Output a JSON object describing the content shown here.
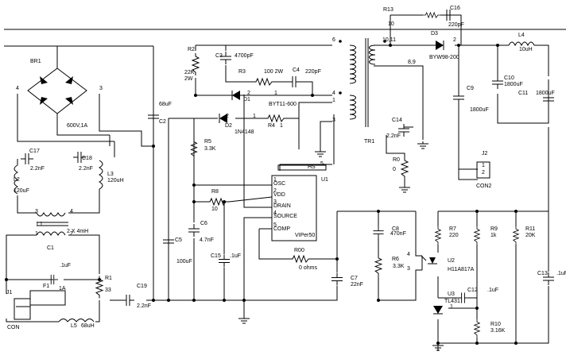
{
  "labels": [
    [
      "r13-ref",
      "R13",
      482,
      14
    ],
    [
      "r13-val",
      "10",
      488,
      32
    ],
    [
      "c16-ref",
      "C16",
      566,
      12
    ],
    [
      "c16-val",
      "220pF",
      564,
      33
    ],
    [
      "d3-ref",
      "D3",
      542,
      44
    ],
    [
      "d3-val",
      "BYW98-200",
      540,
      74
    ],
    [
      "pin-10-11",
      "10,11",
      481,
      52
    ],
    [
      "pin-8-9",
      "8,9",
      513,
      80
    ],
    [
      "pin-2-tr",
      "2",
      570,
      52
    ],
    [
      "l4-ref",
      "L4",
      652,
      46
    ],
    [
      "l4-val",
      "10uH",
      653,
      64
    ],
    [
      "c10-ref",
      "C10",
      634,
      100
    ],
    [
      "c10-val",
      "1800uF",
      634,
      108
    ],
    [
      "c9-ref",
      "C9",
      587,
      113
    ],
    [
      "c9-val",
      "1800uF",
      591,
      140
    ],
    [
      "c11-ref",
      "C11",
      652,
      119
    ],
    [
      "c11-val",
      "1800uF",
      674,
      119
    ],
    [
      "pin-6",
      "6",
      418,
      52
    ],
    [
      "r2-ref",
      "R2",
      236,
      64
    ],
    [
      "r2-val-1",
      "22K",
      232,
      93
    ],
    [
      "r2-val-2",
      "2W",
      232,
      101
    ],
    [
      "c3-ref",
      "C3",
      271,
      72
    ],
    [
      "c3-val",
      "4700pF",
      295,
      72
    ],
    [
      "r3-ref",
      "R3",
      300,
      92
    ],
    [
      "r3-val",
      "100  2W",
      332,
      92
    ],
    [
      "c4-ref",
      "C4",
      368,
      90
    ],
    [
      "c4-val",
      "220pF",
      384,
      92
    ],
    [
      "d1-ref",
      "D1",
      306,
      127
    ],
    [
      "pin-2-d1",
      "2",
      311,
      119
    ],
    [
      "pin-1-d1",
      "1",
      345,
      119
    ],
    [
      "d1-val",
      "BYT11-600",
      338,
      133
    ],
    [
      "pin-4",
      "4",
      418,
      119
    ],
    [
      "pin-1-tr",
      "1",
      418,
      128
    ],
    [
      "d2-ref",
      "D2",
      283,
      160
    ],
    [
      "pin-2-d2",
      "2",
      284,
      148
    ],
    [
      "pin-1-d2",
      "1",
      318,
      148
    ],
    [
      "d2-val",
      "1N4148",
      295,
      168
    ],
    [
      "r4-ref",
      "R4",
      337,
      160
    ],
    [
      "r4-val",
      "1",
      352,
      160
    ],
    [
      "pin-3",
      "3",
      418,
      153
    ],
    [
      "tr1-ref",
      "TR1",
      458,
      180
    ],
    [
      "pin-5",
      "5",
      403,
      208
    ],
    [
      "hs-ref",
      "HS",
      387,
      212
    ],
    [
      "r5-ref",
      "R5",
      257,
      180
    ],
    [
      "r5-val",
      "3.3K",
      257,
      189
    ],
    [
      "c14-ref",
      "C14",
      493,
      153
    ],
    [
      "c14-val",
      "2.2nF",
      486,
      173
    ],
    [
      "r0-ref",
      "R0",
      494,
      203
    ],
    [
      "r0-val",
      "0",
      494,
      215
    ],
    [
      "u1-ref",
      "U1",
      404,
      228
    ],
    [
      "osc",
      "OSC",
      344,
      233
    ],
    [
      "pin-u1-1",
      "1",
      344,
      228
    ],
    [
      "vdd",
      "VDD",
      344,
      247
    ],
    [
      "pin-u1-2",
      "2",
      344,
      242
    ],
    [
      "drain",
      "DRAIN",
      344,
      261
    ],
    [
      "pin-u1-3",
      "3",
      344,
      256
    ],
    [
      "source",
      "SOURCE",
      344,
      274
    ],
    [
      "pin-u1-4",
      "4",
      344,
      270
    ],
    [
      "comp",
      "COMP",
      344,
      290
    ],
    [
      "pin-u1-5",
      "5",
      344,
      285
    ],
    [
      "viper",
      "VIPer50",
      371,
      298
    ],
    [
      "r8-ref",
      "R8",
      266,
      243
    ],
    [
      "r8-val",
      "10",
      266,
      265
    ],
    [
      "c6-ref",
      "C6",
      252,
      283
    ],
    [
      "c6-val",
      "4.7nF",
      251,
      304
    ],
    [
      "c5-ref",
      "C5",
      220,
      304
    ],
    [
      "c5-val",
      "100uF",
      222,
      331
    ],
    [
      "c15-ref",
      "C15",
      265,
      324
    ],
    [
      "c15-val",
      ".1uF",
      289,
      324
    ],
    [
      "r00-ref",
      "R00",
      370,
      317
    ],
    [
      "r00-val",
      "0 ohms",
      376,
      339
    ],
    [
      "c7-ref",
      "C7",
      441,
      352
    ],
    [
      "c7-val",
      "22nF",
      441,
      360
    ],
    [
      "c8-ref",
      "C8",
      493,
      290
    ],
    [
      "c8-val",
      "470nF",
      491,
      296
    ],
    [
      "r6-ref",
      "R6",
      493,
      328
    ],
    [
      "r6-val",
      "3.3K",
      494,
      337
    ],
    [
      "pin-u2-4",
      "4",
      512,
      322
    ],
    [
      "pin-u2-3",
      "3",
      512,
      340
    ],
    [
      "u2-ref",
      "U2",
      563,
      330
    ],
    [
      "u2-val",
      "H11A817A",
      563,
      341
    ],
    [
      "r7-ref",
      "R7",
      565,
      290
    ],
    [
      "r7-val",
      "220",
      565,
      298
    ],
    [
      "r9-ref",
      "R9",
      617,
      290
    ],
    [
      "r9-val",
      "1k",
      617,
      298
    ],
    [
      "r11-ref",
      "R11",
      661,
      290
    ],
    [
      "r11-val",
      "20K",
      661,
      298
    ],
    [
      "c12-ref",
      "C12",
      588,
      367
    ],
    [
      "c12-val",
      ".1uF",
      613,
      367
    ],
    [
      "u3-ref",
      "U3",
      563,
      372
    ],
    [
      "u3-val",
      "TL431",
      559,
      381
    ],
    [
      "pin-u3-1",
      "1",
      566,
      388
    ],
    [
      "r10-ref",
      "R10",
      617,
      410
    ],
    [
      "r10-val",
      "3.16K",
      617,
      418
    ],
    [
      "c13-ref",
      "C13",
      676,
      346
    ],
    [
      "c13-val",
      ".1uF",
      700,
      346
    ],
    [
      "j2-ref",
      "J2",
      606,
      195
    ],
    [
      "pin-j2-1",
      "1",
      606,
      210
    ],
    [
      "pin-j2-2",
      "2",
      606,
      219
    ],
    [
      "j2-val",
      "CON2",
      599,
      236
    ],
    [
      "br1-ref",
      "BR1",
      38,
      79
    ],
    [
      "pin-br1-4",
      "4",
      20,
      113
    ],
    [
      "pin-br1-3",
      "3",
      125,
      113
    ],
    [
      "br1-val",
      "600V,1A",
      84,
      160
    ],
    [
      "c2-val",
      "68uF",
      200,
      133
    ],
    [
      "c2-ref",
      "C2",
      200,
      155
    ],
    [
      "c17-ref",
      "C17",
      37,
      192
    ],
    [
      "c17-val",
      "2.2nF",
      38,
      214
    ],
    [
      "c18-ref",
      "C18",
      103,
      201
    ],
    [
      "c18-val",
      "2.2nF",
      99,
      214
    ],
    [
      "l2-ref",
      "L2",
      17,
      228
    ],
    [
      "l2-val",
      "120uF",
      17,
      242
    ],
    [
      "l3-ref",
      "L3",
      135,
      221
    ],
    [
      "l3-val",
      "120uH",
      135,
      229
    ],
    [
      "pin-l1-3",
      "3",
      44,
      268
    ],
    [
      "pin-l1-4",
      "4",
      88,
      268
    ],
    [
      "l1-ref",
      "L1",
      46,
      284
    ],
    [
      "l1-val",
      "2 X 4mH",
      84,
      293
    ],
    [
      "pin-l1-1",
      "1",
      44,
      296
    ],
    [
      "pin-l1-2",
      "2",
      88,
      296
    ],
    [
      "c1-ref",
      "C1",
      59,
      314
    ],
    [
      "c1-val",
      ".1uF",
      75,
      336
    ],
    [
      "f1-ref",
      "F1",
      54,
      362
    ],
    [
      "f1-val",
      "1A",
      74,
      365
    ],
    [
      "j1-ref",
      "J1",
      8,
      370
    ],
    [
      "con-val",
      "CON",
      9,
      414
    ],
    [
      "r1-ref",
      "R1",
      132,
      352
    ],
    [
      "r1-val",
      "33",
      132,
      367
    ],
    [
      "c19-ref",
      "C19",
      172,
      362
    ],
    [
      "c19-val",
      "2.2nF",
      172,
      387
    ],
    [
      "l5-ref",
      "L5",
      89,
      412
    ],
    [
      "l5-val",
      "68uH",
      102,
      412
    ]
  ]
}
